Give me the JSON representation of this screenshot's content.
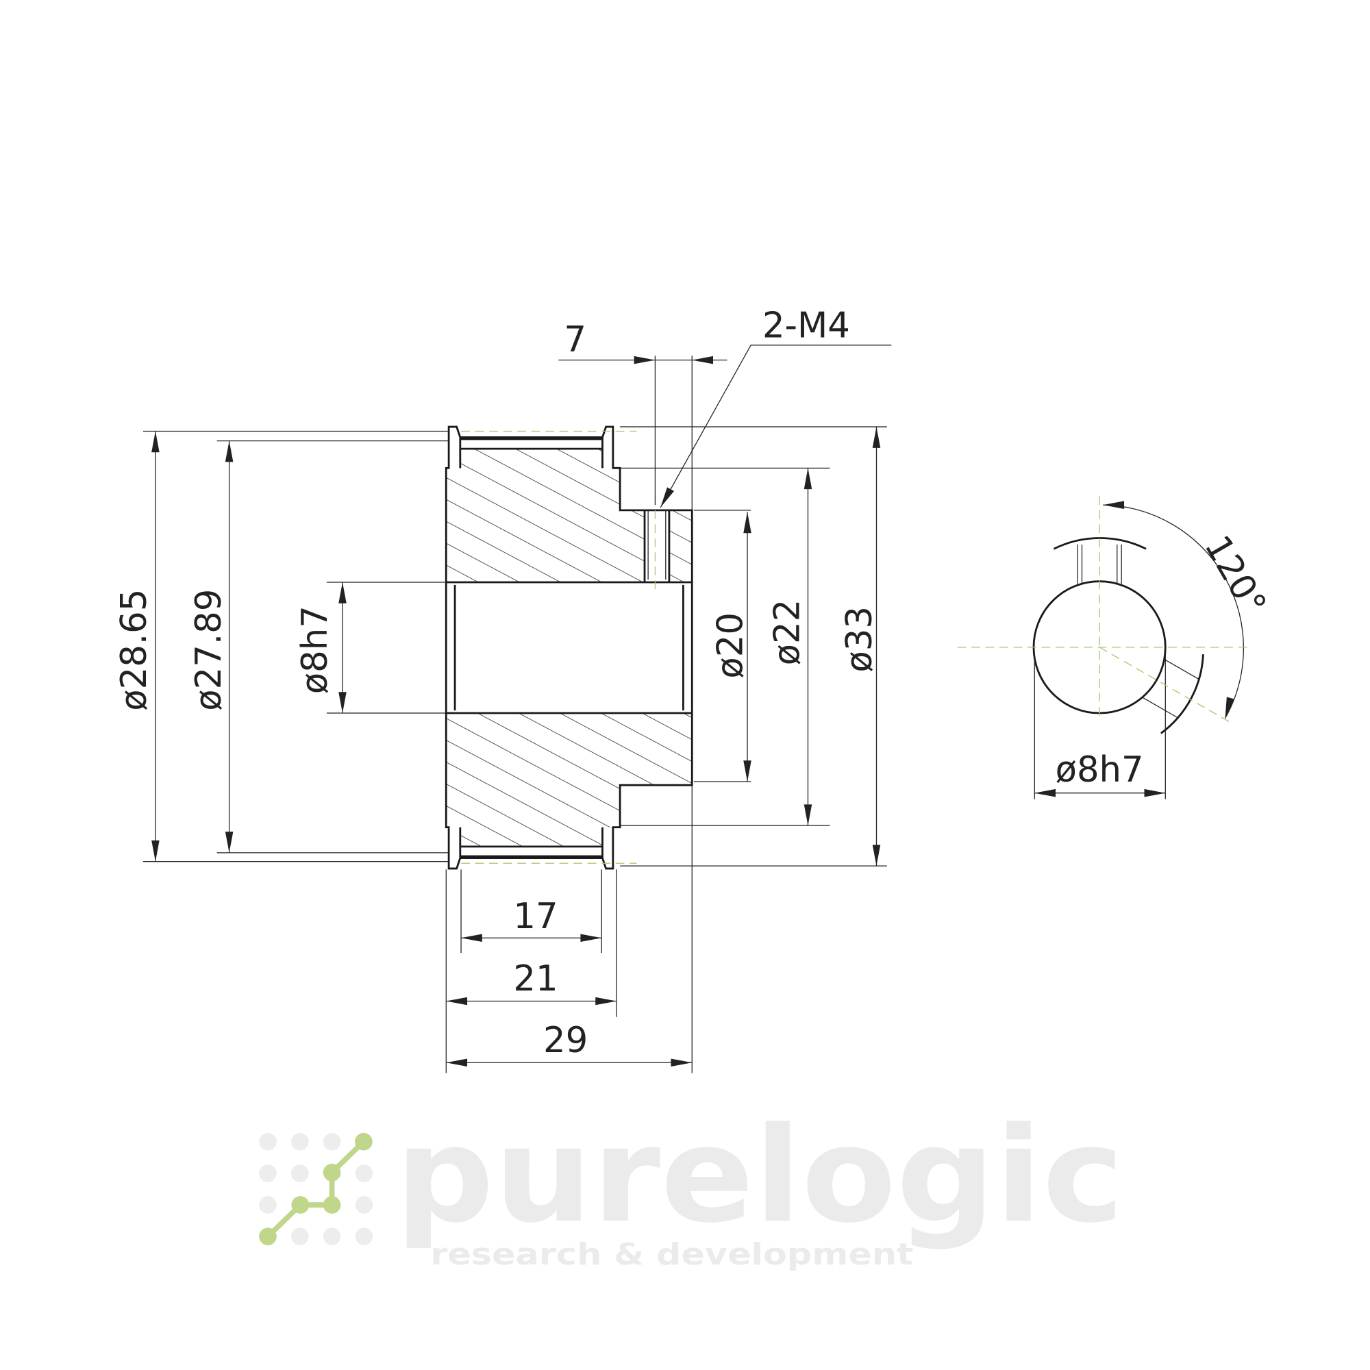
{
  "drawing": {
    "dimensions": {
      "d_outer_flange": "ø28.65",
      "d_pitch": "ø27.89",
      "d_bore_left": "ø8h7",
      "d_hub": "ø20",
      "d_step": "ø22",
      "d_flange": "ø33",
      "screw_offset": "7",
      "thread": "2-M4",
      "width_teeth": "17",
      "width_pulley": "21",
      "width_total": "29",
      "angle": "120°",
      "d_bore_right": "ø8h7"
    }
  },
  "watermark": {
    "brand": "purelogic",
    "tagline": "research & development",
    "accent_color": "#a6c76a"
  },
  "colors": {
    "line": "#1a1a1a",
    "centerline": "#a6c76a"
  }
}
